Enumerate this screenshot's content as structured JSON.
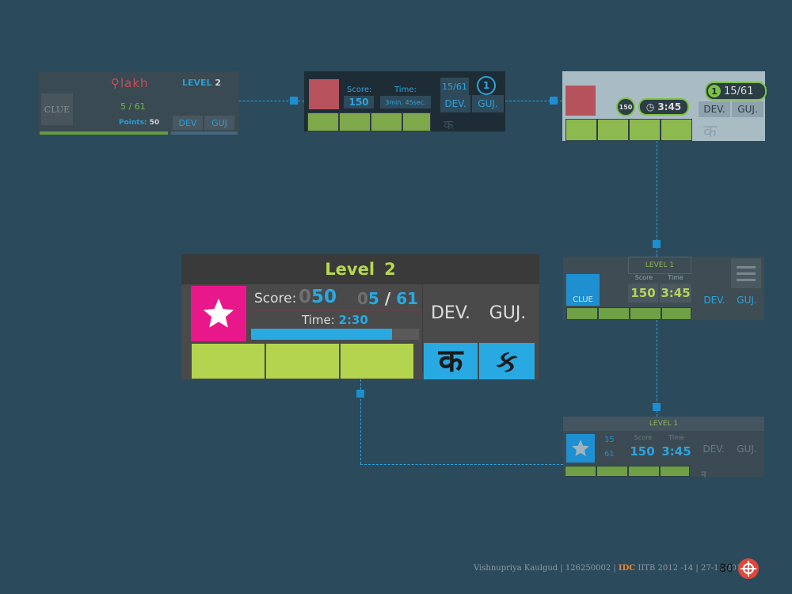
{
  "panel1": {
    "logo": "lakh",
    "level_label": "LEVEL",
    "level_num": "2",
    "clue": "CLUE",
    "fraction": "5 / 61",
    "points_label": "Points:",
    "points_val": "50",
    "dev": "DEV",
    "guj": "GUJ"
  },
  "panel2": {
    "score_label": "Score:",
    "time_label": "Time:",
    "score_val": "150",
    "time_val": "3min. 45sec.",
    "fraction": "15/61",
    "level_num": "1",
    "dev": "DEV.",
    "guj": "GUJ.",
    "letter": "क"
  },
  "panel3": {
    "score_val": "150",
    "time_val": "3:45",
    "fraction": "15/61",
    "level_num": "1",
    "dev": "DEV.",
    "guj": "GUJ.",
    "letter": "क"
  },
  "panel4": {
    "level_label": "Level",
    "level_num": "2",
    "score_label": "Score:",
    "score_zero": "0",
    "score_val": "50",
    "frac_zero": "0",
    "frac_num": "5",
    "frac_slash": "/",
    "frac_den": "61",
    "time_label": "Time:",
    "time_val": "2:30",
    "progress": 0.84,
    "dev": "DEV.",
    "guj": "GUJ.",
    "letter_dev": "क",
    "letter_guj": "ક"
  },
  "panel5": {
    "level": "LEVEL 1",
    "clue": "CLUE",
    "score_label": "Score",
    "time_label": "Time",
    "score_val": "150",
    "time_val": "3:45",
    "dev": "DEV.",
    "guj": "GUJ."
  },
  "panel6": {
    "level": "LEVEL 1",
    "frac_num": "15",
    "frac_den": "61",
    "score_label": "Score",
    "time_label": "Time",
    "score_val": "150",
    "time_val": "3:45",
    "dev": "DEV.",
    "guj": "GUJ.",
    "letter": "न"
  },
  "footer": {
    "author": "Vishnupriya Kaulgud | 126250002",
    "sep": " | ",
    "idc": "IDC",
    "rest": " IITB 2012 -14 | 27-11-2013",
    "page": "80"
  },
  "colors": {
    "background": "#2b4a5b",
    "accent_blue": "#29a9e1",
    "accent_green": "#b4d450",
    "accent_pink": "#e8178a"
  }
}
